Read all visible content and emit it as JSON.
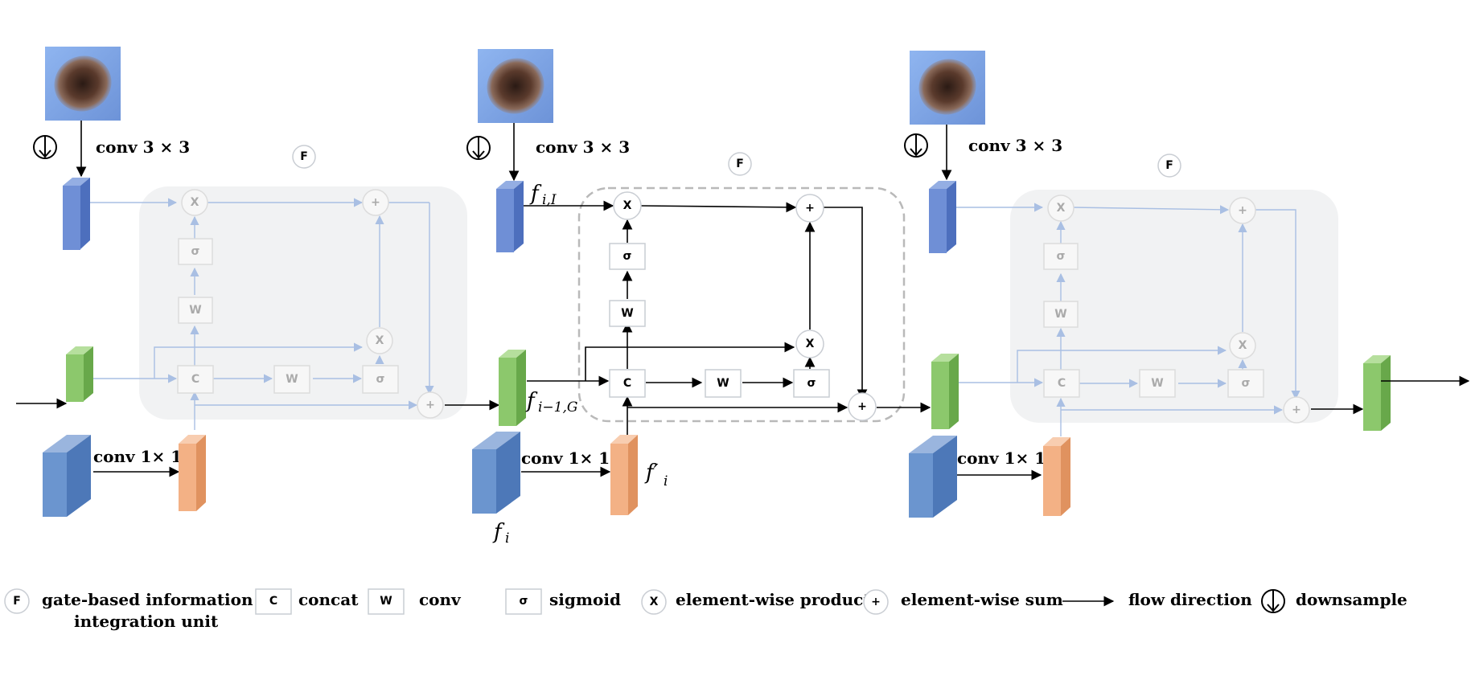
{
  "labels": {
    "conv3": "conv 3 × 3",
    "conv1": "conv 1× 1",
    "f_unit": "F",
    "f_iI_base": "f",
    "f_iI_sub": "i,I",
    "f_iG_base": "f",
    "f_iG_sub": "i−1,G",
    "f_prime": "f′",
    "f_prime_sub": "i",
    "f_i": "f",
    "f_i_sub": "i"
  },
  "symbols": {
    "product": "X",
    "sum": "+",
    "concat": "C",
    "conv": "W",
    "sigmoid": "σ"
  },
  "legend": [
    {
      "symbol": "F",
      "shape": "circle",
      "text1": "gate-based information",
      "text2": "integration unit"
    },
    {
      "symbol": "C",
      "shape": "box",
      "text1": "concat"
    },
    {
      "symbol": "W",
      "shape": "box",
      "text1": "conv"
    },
    {
      "symbol": "σ",
      "shape": "box",
      "text1": "sigmoid"
    },
    {
      "symbol": "X",
      "shape": "circle",
      "text1": "element-wise product"
    },
    {
      "symbol": "+",
      "shape": "circle",
      "text1": "element-wise sum"
    },
    {
      "symbol": "",
      "shape": "arrow",
      "text1": "flow direction"
    },
    {
      "symbol": "",
      "shape": "down",
      "text1": "downsample"
    }
  ],
  "colors": {
    "blue_block": "#6f8fd6",
    "green_block": "#8cc86c",
    "orange_block": "#f3b185",
    "dark_blue_block": "#6b95cf",
    "panel_bg": "#f1f2f3",
    "faded_line": "#a9bfe3"
  }
}
